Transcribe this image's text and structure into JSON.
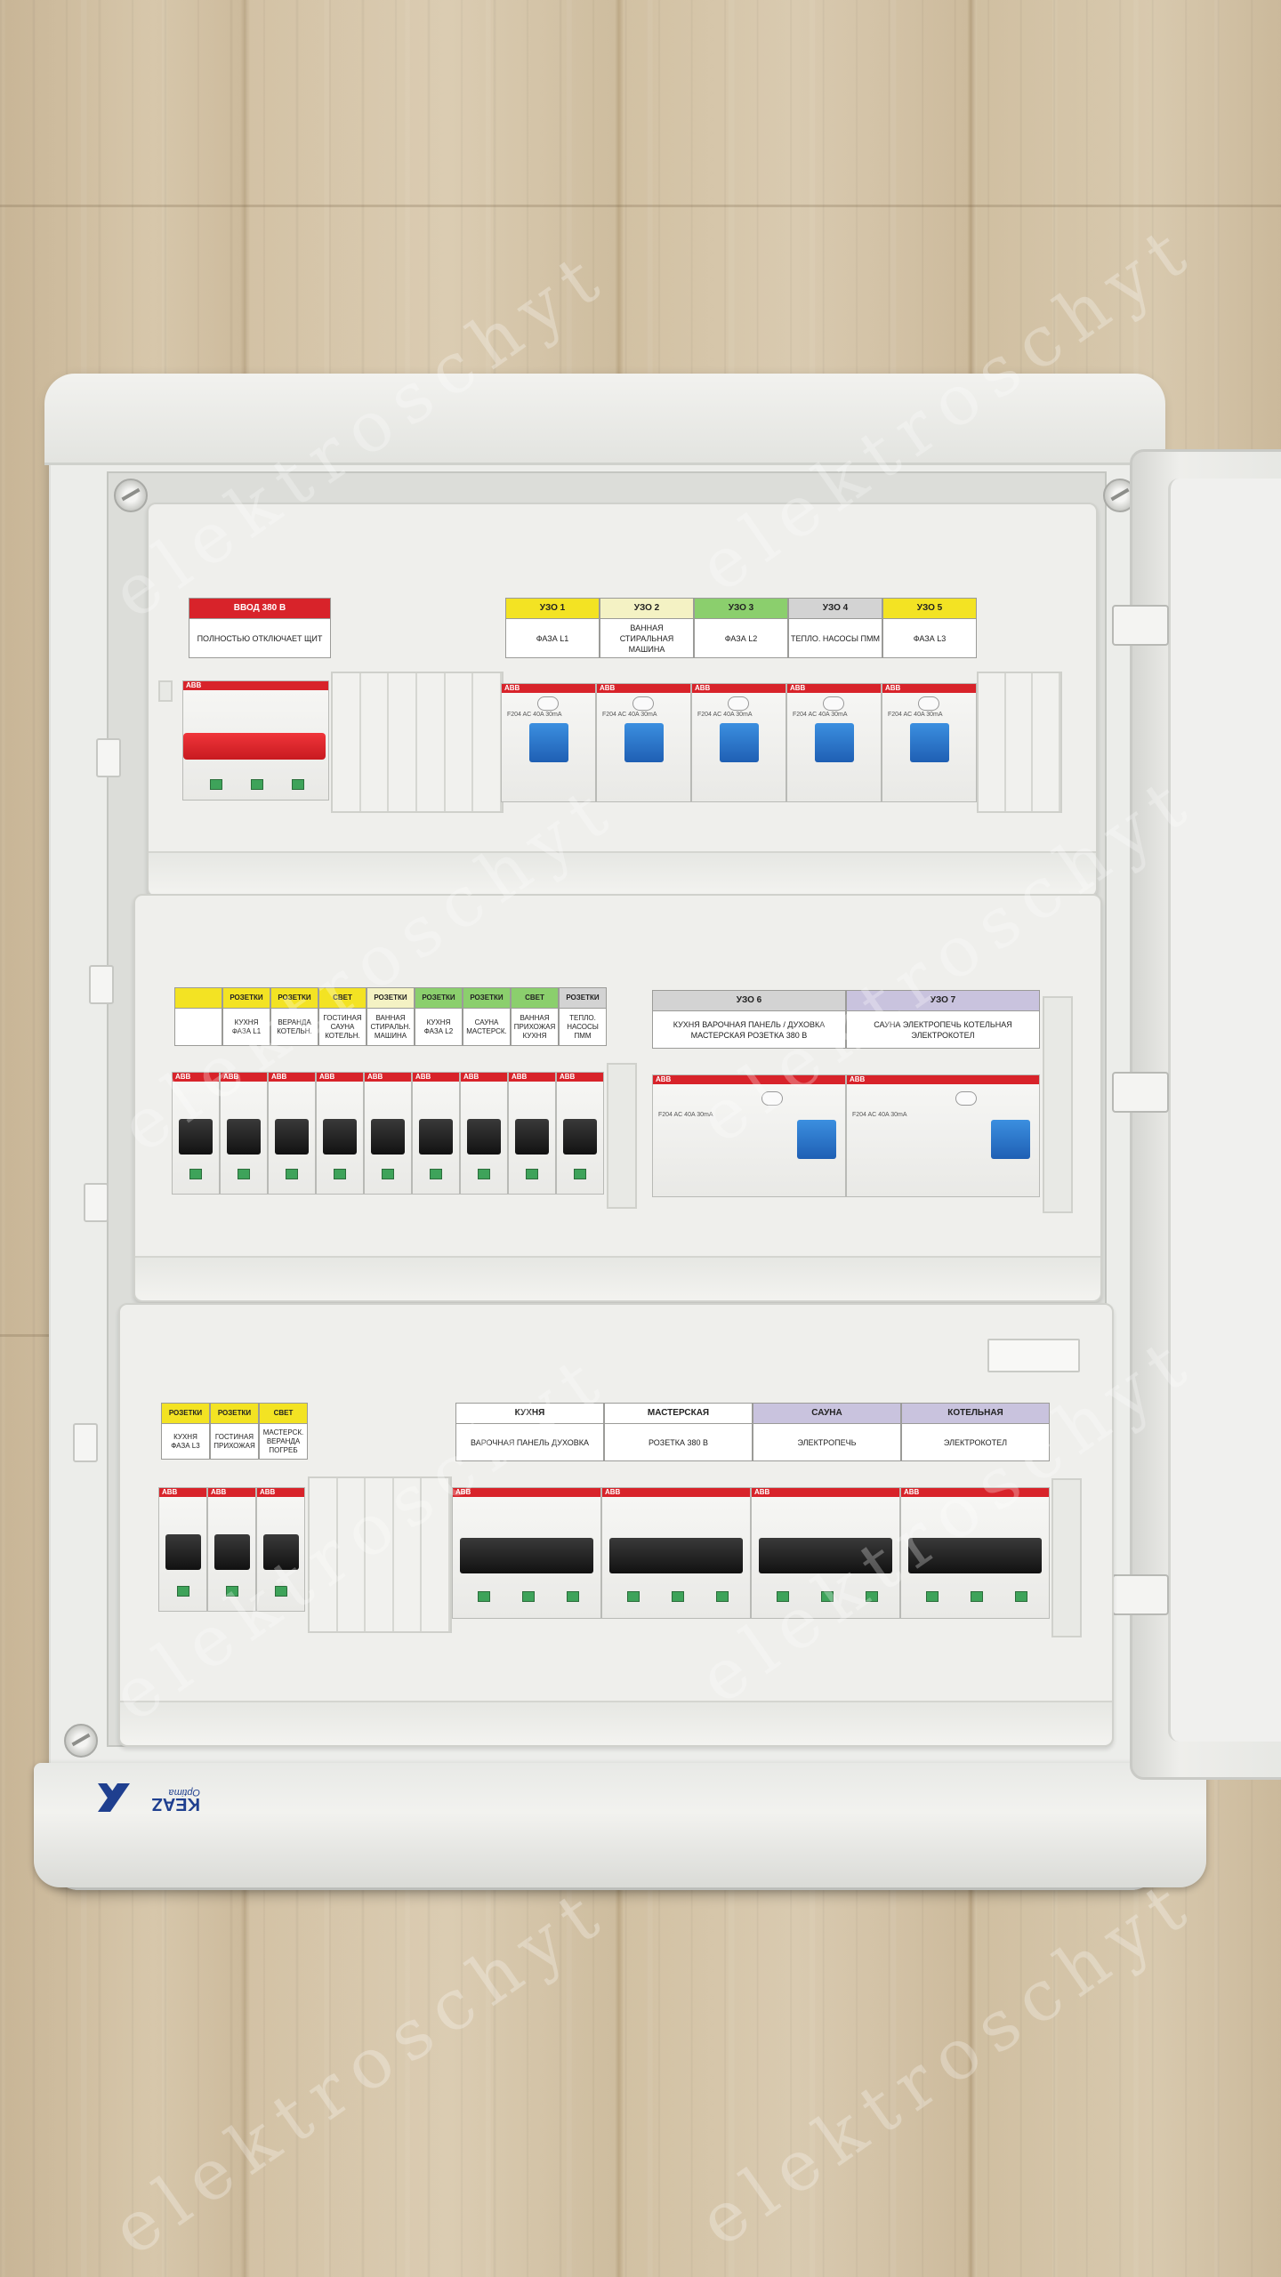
{
  "watermark": "elektroschyt",
  "brand": {
    "name": "KEAZ",
    "series": "Optima",
    "color": "#1f3f8f"
  },
  "device_brand": "ABB",
  "colors": {
    "red": "#d8232a",
    "yellow": "#f3e323",
    "green": "#8bcf6d",
    "lavender": "#c9c3de",
    "pale_yellow": "#f4f2c4",
    "gray": "#d3d3d3",
    "toggle_blue": "#2e7fd6"
  },
  "row1": {
    "main_label": {
      "head": "ВВОД 380 В",
      "body": "ПОЛНОСТЬЮ ОТКЛЮЧАЕТ ЩИТ"
    },
    "uzo": [
      {
        "head": "УЗО 1",
        "body": "ФАЗА L1",
        "color": "#f3e323"
      },
      {
        "head": "УЗО 2",
        "body": "ВАННАЯ СТИРАЛЬНАЯ МАШИНА",
        "color": "#f4f2c4"
      },
      {
        "head": "УЗО 3",
        "body": "ФАЗА L2",
        "color": "#8bcf6d"
      },
      {
        "head": "УЗО 4",
        "body": "ТЕПЛО. НАСОСЫ ПММ",
        "color": "#d3d3d3"
      },
      {
        "head": "УЗО 5",
        "body": "ФАЗА L3",
        "color": "#f3e323"
      }
    ],
    "rcd_spec": "F204 AC 40A 30mA"
  },
  "row2": {
    "breakers": [
      {
        "head": "",
        "body": "",
        "color": "#f3e323"
      },
      {
        "head": "РОЗЕТКИ",
        "body": "КУХНЯ ФАЗА L1",
        "color": "#f3e323"
      },
      {
        "head": "РОЗЕТКИ",
        "body": "ВЕРАНДА КОТЕЛЬН.",
        "color": "#f3e323"
      },
      {
        "head": "СВЕТ",
        "body": "ГОСТИНАЯ САУНА КОТЕЛЬН.",
        "color": "#f3e323"
      },
      {
        "head": "РОЗЕТКИ",
        "body": "ВАННАЯ СТИРАЛЬН. МАШИНА",
        "color": "#f4f2c4"
      },
      {
        "head": "РОЗЕТКИ",
        "body": "КУХНЯ ФАЗА L2",
        "color": "#8bcf6d"
      },
      {
        "head": "РОЗЕТКИ",
        "body": "САУНА МАСТЕРСК.",
        "color": "#8bcf6d"
      },
      {
        "head": "СВЕТ",
        "body": "ВАННАЯ ПРИХОЖАЯ КУХНЯ",
        "color": "#8bcf6d"
      },
      {
        "head": "РОЗЕТКИ",
        "body": "ТЕПЛО. НАСОСЫ ПММ",
        "color": "#d3d3d3"
      }
    ],
    "uzo": [
      {
        "head": "УЗО 6",
        "body": "КУХНЯ ВАРОЧНАЯ ПАНЕЛЬ / ДУХОВКА МАСТЕРСКАЯ РОЗЕТКА 380 В",
        "color": "#d3d3d3"
      },
      {
        "head": "УЗО 7",
        "body": "САУНА ЭЛЕКТРОПЕЧЬ КОТЕЛЬНАЯ ЭЛЕКТРОКОТЕЛ",
        "color": "#c9c3de"
      }
    ],
    "rcd_spec": "F204 AC 40A 30mA"
  },
  "row3": {
    "breakers": [
      {
        "head": "РОЗЕТКИ",
        "body": "КУХНЯ ФАЗА L3",
        "color": "#f3e323"
      },
      {
        "head": "РОЗЕТКИ",
        "body": "ГОСТИНАЯ ПРИХОЖАЯ",
        "color": "#f3e323"
      },
      {
        "head": "СВЕТ",
        "body": "МАСТЕРСК. ВЕРАНДА ПОГРЕБ",
        "color": "#f3e323"
      }
    ],
    "three_pole": [
      {
        "head": "КУХНЯ",
        "body": "ВАРОЧНАЯ ПАНЕЛЬ ДУХОВКА",
        "color": "#ffffff"
      },
      {
        "head": "МАСТЕРСКАЯ",
        "body": "РОЗЕТКА 380 В",
        "color": "#ffffff"
      },
      {
        "head": "САУНА",
        "body": "ЭЛЕКТРОПЕЧЬ",
        "color": "#c9c3de"
      },
      {
        "head": "КОТЕЛЬНАЯ",
        "body": "ЭЛЕКТРОКОТЕЛ",
        "color": "#c9c3de"
      }
    ]
  }
}
